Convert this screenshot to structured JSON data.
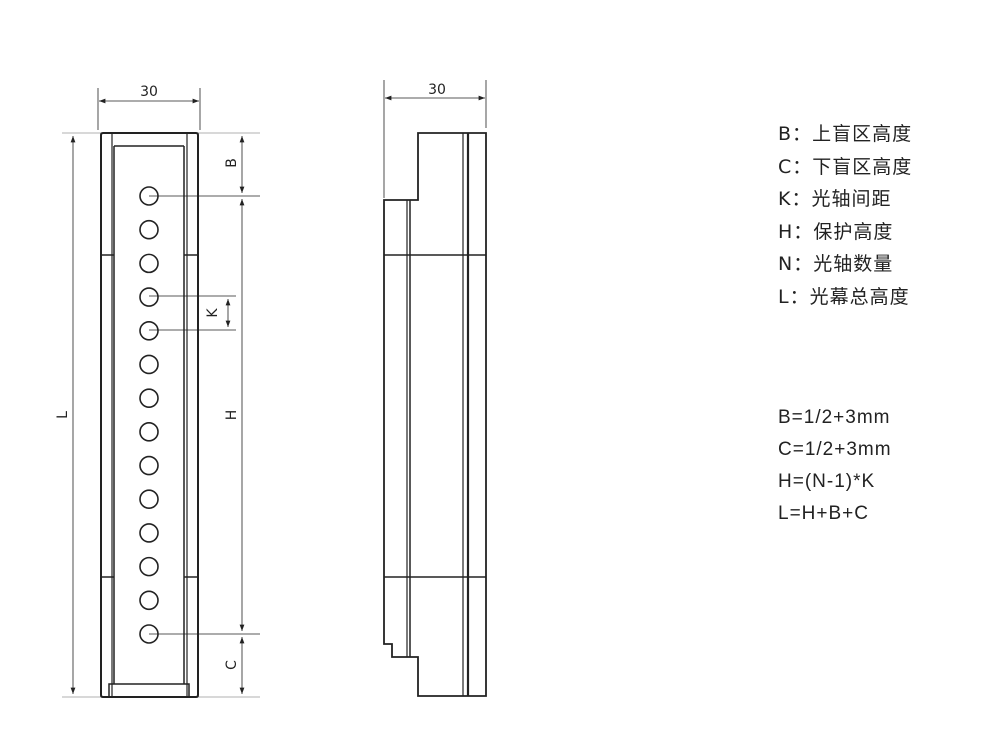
{
  "front_view": {
    "width_dim": "30",
    "labels": {
      "L": "L",
      "H": "H",
      "B": "B",
      "C": "C",
      "K": "K"
    },
    "optical_axis_count_shown": 14
  },
  "side_view": {
    "width_dim": "30"
  },
  "legend": [
    {
      "key": "B",
      "sep": "：",
      "desc": "上盲区高度"
    },
    {
      "key": "C",
      "sep": "：",
      "desc": "下盲区高度"
    },
    {
      "key": "K",
      "sep": "：",
      "desc": "光轴间距"
    },
    {
      "key": "H",
      "sep": "：",
      "desc": "保护高度"
    },
    {
      "key": "N",
      "sep": "：",
      "desc": "光轴数量"
    },
    {
      "key": "L",
      "sep": "：",
      "desc": "光幕总高度"
    }
  ],
  "formulas": [
    "B=1/2+3mm",
    "C=1/2+3mm",
    "H=(N-1)*K",
    "L=H+B+C"
  ]
}
